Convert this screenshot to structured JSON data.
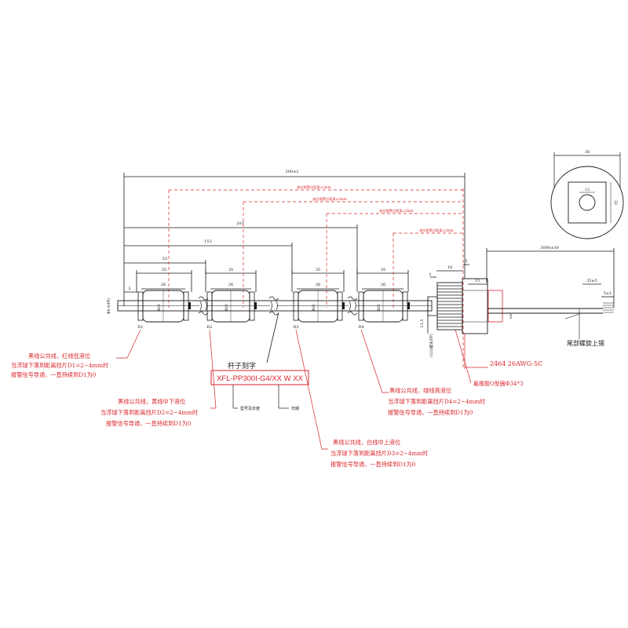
{
  "dimensions": {
    "total": "300±2",
    "d203": "203",
    "d153": "153",
    "d53": "53",
    "d3": "3",
    "seg35_1": "35",
    "seg26_1": "26",
    "seg35_2": "35",
    "seg26_2": "26",
    "seg35_3": "35",
    "seg26_3": "26",
    "seg35_4": "35",
    "seg26_4": "26",
    "rod_dia": "Φ8.4(PP)",
    "ball_dia_1": "Φ26",
    "ball_dia_2": "Φ26",
    "ball_dia_3": "Φ26",
    "ball_dia_4": "Φ26",
    "d1": "D1",
    "d2": "D2",
    "d3l": "D3",
    "d4": "D4",
    "h2": "2",
    "h18": "18",
    "h5": "5",
    "h13": "13",
    "h11_5": "11.5",
    "thread": "G1/2螺牙(PP)",
    "nut": "M8",
    "cable_len": "3000±30",
    "strip_len": "35±5",
    "tin_len": "5±1",
    "hex_w": "38",
    "hex_hole": "12",
    "hex_side": "32"
  },
  "red_tolerances": {
    "t1": "液位报警点距离±2mm",
    "t2": "液位报警点距离±2mm",
    "t3": "液位报警点距离±2mm",
    "t4": "液位报警点距离±2mm"
  },
  "labels": {
    "rod_engrave_title": "杆子刻字",
    "rod_engrave_text": "XFL-PP300I-G4/XX W XX",
    "model_length": "型号及长度",
    "date": "日期",
    "tail_tin": "尾部螺旋上锡",
    "cable_spec": "2464 26AWG-5C",
    "oring": "氟橡胶O型圈Φ34*3"
  },
  "notes": {
    "d1": {
      "l1": "黑线公共线，红线低液位",
      "l2": "当浮球下落到距离挡片D1=2~4mm时",
      "l3": "报警信号导通，一直持续到D1为0"
    },
    "d2": {
      "l1": "黑线公共线，黄线中下液位",
      "l2": "当浮球下落到距离挡片D2=2~4mm时",
      "l3": "报警信号导通，一直持续到D1为0"
    },
    "d3": {
      "l1": "黑线公共线，白线中上液位",
      "l2": "当浮球下落到距离挡片D3=2~4mm时",
      "l3": "报警信号导通，一直持续到D1为0"
    },
    "d4": {
      "l1": "黑线公共线，绿线高液位",
      "l2": "当浮球下落到距离挡片D4=2~4mm时",
      "l3": "报警信号导通，一直持续到D1为0"
    }
  }
}
